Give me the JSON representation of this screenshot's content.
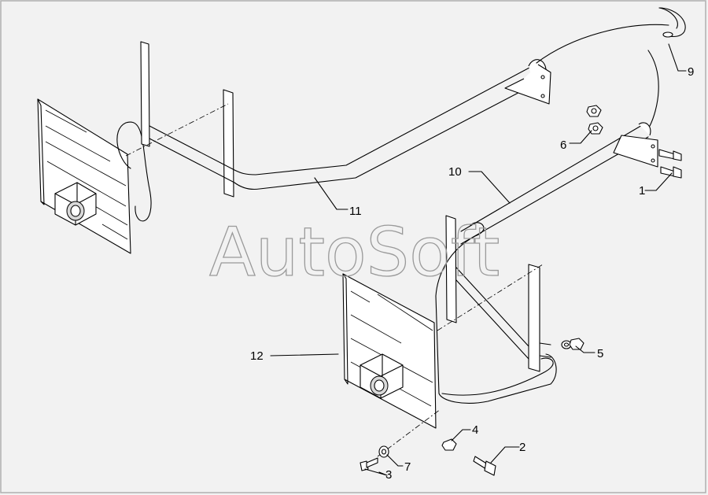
{
  "watermark": "AutoSoft",
  "callouts": [
    {
      "id": "c1",
      "text": "1"
    },
    {
      "id": "c2",
      "text": "2"
    },
    {
      "id": "c3",
      "text": "3"
    },
    {
      "id": "c4",
      "text": "4"
    },
    {
      "id": "c5",
      "text": "5"
    },
    {
      "id": "c6",
      "text": "6"
    },
    {
      "id": "c7",
      "text": "7"
    },
    {
      "id": "c9",
      "text": "9"
    },
    {
      "id": "c10",
      "text": "10"
    },
    {
      "id": "c11",
      "text": "11"
    },
    {
      "id": "c12",
      "text": "12"
    }
  ],
  "colors": {
    "background": "#f2f2f2",
    "ink": "#000000",
    "watermark": "#9a9a9a",
    "frame": "#b0b0b0"
  }
}
